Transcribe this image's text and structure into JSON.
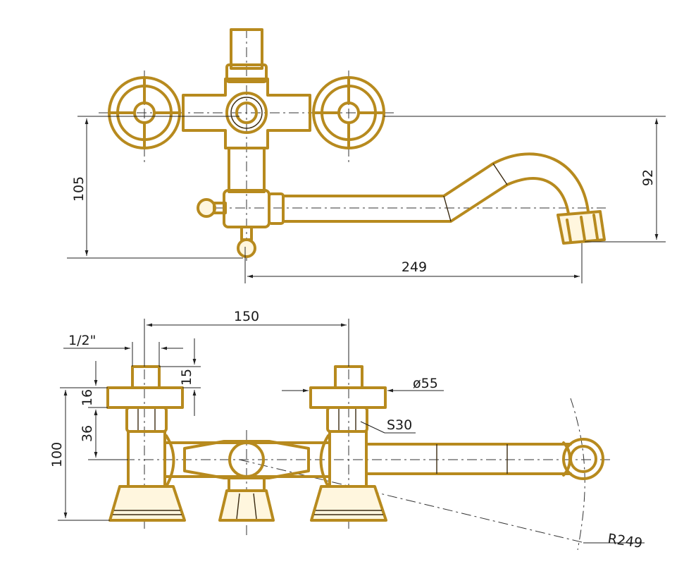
{
  "dimensions": {
    "front_height_105": "105",
    "front_drop_92": "92",
    "spout_reach_249": "249",
    "center_distance_150": "150",
    "thread_size": "1/2\"",
    "thread_length_15": "15",
    "flange_height_16": "16",
    "body_offset_36": "36",
    "overall_height_100": "100",
    "flange_diameter": "ø55",
    "nut_size": "S30",
    "swing_radius": "R249"
  },
  "colors": {
    "brass_outline": "#b78a1e",
    "brass_fill": "#fff6de",
    "dimension_lines": "#222222"
  }
}
